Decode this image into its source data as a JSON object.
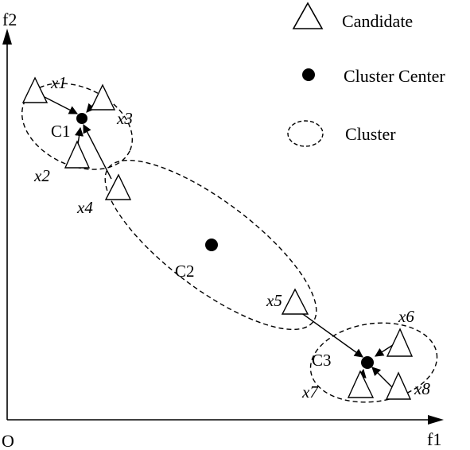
{
  "axes": {
    "origin_label": "O",
    "x_label": "f1",
    "y_label": "f2"
  },
  "legend": {
    "candidate": "Candidate",
    "cluster_center": "Cluster Center",
    "cluster": "Cluster"
  },
  "clusters": {
    "c1": "C1",
    "c2": "C2",
    "c3": "C3"
  },
  "candidates": {
    "x1": "x1",
    "x2": "x2",
    "x3": "x3",
    "x4": "x4",
    "x5": "x5",
    "x6": "x6",
    "x7": "x7",
    "x8": "x8"
  },
  "colors": {
    "ink": "#000000",
    "background": "#ffffff"
  }
}
